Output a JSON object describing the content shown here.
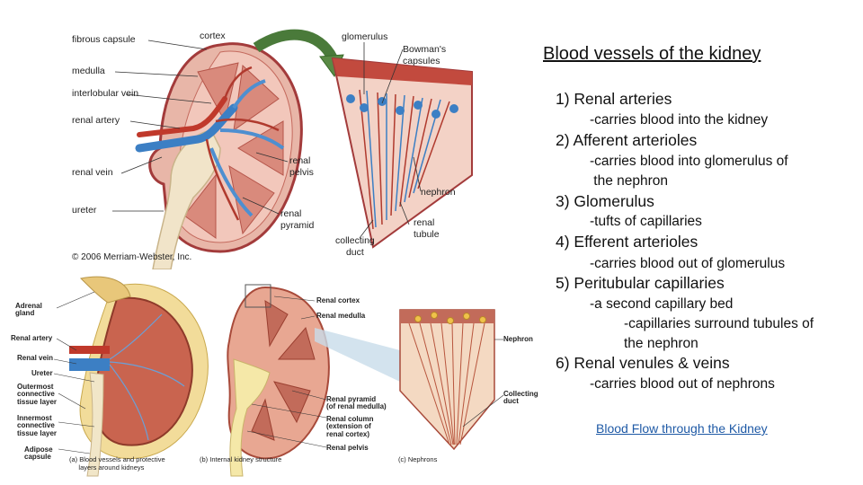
{
  "slide": {
    "title": "Blood vessels of the kidney",
    "items": [
      {
        "heading": "1) Renal arteries",
        "desc": [
          "-carries blood into the kidney"
        ]
      },
      {
        "heading": "2) Afferent arterioles",
        "desc": [
          "-carries blood into glomerulus of",
          " the nephron"
        ]
      },
      {
        "heading": "3) Glomerulus",
        "desc": [
          "-tufts of capillaries"
        ]
      },
      {
        "heading": "4) Efferent arterioles",
        "desc": [
          "-carries blood out of glomerulus"
        ]
      },
      {
        "heading": "5) Peritubular capillaries",
        "desc": [
          "-a second capillary bed",
          "-capillaries surround tubules of",
          "the nephron"
        ]
      },
      {
        "heading": "6) Renal venules & veins",
        "desc": [
          "-carries blood out of nephrons"
        ]
      }
    ],
    "link_text": "Blood Flow through the Kidney"
  },
  "figure_top": {
    "labels": {
      "fibrous_capsule": "fibrous capsule",
      "cortex": "cortex",
      "medulla": "medulla",
      "interlobular_vein": "interlobular vein",
      "renal_artery": "renal artery",
      "renal_vein": "renal vein",
      "ureter": "ureter",
      "renal_pelvis": "renal\npelvis",
      "renal_pyramid": "renal\npyramid",
      "glomerulus": "glomerulus",
      "bowmans_capsules": "Bowman's\ncapsules",
      "nephron": "nephron",
      "renal_tubule": "renal\ntubule",
      "collecting_duct": "collecting\nduct",
      "copyright": "© 2006 Merriam-Webster, Inc."
    }
  },
  "figure_bottom": {
    "labels": {
      "adrenal_gland": "Adrenal\ngland",
      "renal_artery": "Renal artery",
      "renal_vein": "Renal vein",
      "ureter": "Ureter",
      "outermost_layer": "Outermost\nconnective\ntissue layer",
      "innermost_layer": "Innermost\nconnective\ntissue layer",
      "adipose_capsule": "Adipose\ncapsule",
      "renal_cortex": "Renal cortex",
      "renal_medulla": "Renal medulla",
      "renal_pyramid": "Renal pyramid\n(of renal medulla)",
      "renal_column": "Renal column\n(extension of\nrenal cortex)",
      "renal_pelvis": "Renal pelvis",
      "nephron": "Nephron",
      "collecting_duct": "Collecting\nduct",
      "caption_a": "(a) Blood vessels and protective\n     layers around kidneys",
      "caption_b": "(b) Internal kidney structure",
      "caption_c": "(c) Nephrons"
    }
  }
}
